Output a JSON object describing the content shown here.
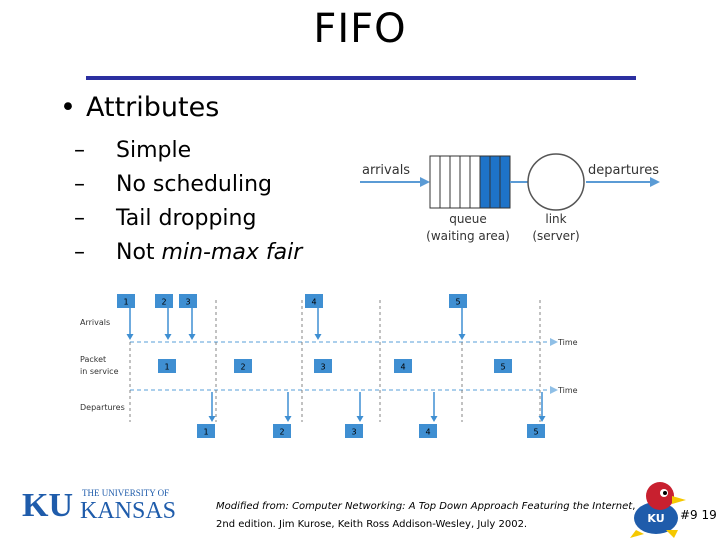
{
  "slide": {
    "title": "FIFO",
    "bullet": "Attributes",
    "sub_items": [
      {
        "dash": "–",
        "text": "Simple",
        "italic": ""
      },
      {
        "dash": "–",
        "text": "No scheduling",
        "italic": ""
      },
      {
        "dash": "–",
        "text": "Tail dropping",
        "italic": ""
      },
      {
        "dash": "–",
        "text": "Not ",
        "italic": "min-max fair"
      }
    ],
    "number": "#9 19"
  },
  "queue_diagram": {
    "arrivals": "arrivals",
    "departures": "departures",
    "queue": "queue",
    "queue_sub": "(waiting area)",
    "link": "link",
    "link_sub": "(server)",
    "colors": {
      "filled": "#1e73c8",
      "empty": "#ffffff",
      "arrow": "#5b9bd5"
    }
  },
  "timeline": {
    "rows": {
      "arrivals": "Arrivals",
      "packet_in_service_1": "Packet",
      "packet_in_service_2": "in service",
      "departures": "Departures"
    },
    "time_label": "Time",
    "arrivals": [
      "1",
      "2",
      "3",
      "4",
      "5"
    ],
    "in_service": [
      "1",
      "2",
      "3",
      "4",
      "5"
    ],
    "departures": [
      "1",
      "2",
      "3",
      "4",
      "5"
    ],
    "colors": {
      "box": "#3f8fd2",
      "line": "#8fbfe6"
    }
  },
  "footer": {
    "logo_ku": "KU",
    "logo_top": "THE UNIVERSITY OF",
    "logo_bottom": "KANSAS",
    "credit_line1_prefix": "Modified from: ",
    "credit_line1_italic": "Computer Networking: A Top Down Approach Featuring the Internet",
    "credit_line1_suffix": ",",
    "credit_line2": "2nd edition. Jim Kurose, Keith Ross Addison-Wesley, July 2002.",
    "mascot_text": "KU",
    "colors": {
      "ku_blue": "#1f5cab"
    }
  }
}
